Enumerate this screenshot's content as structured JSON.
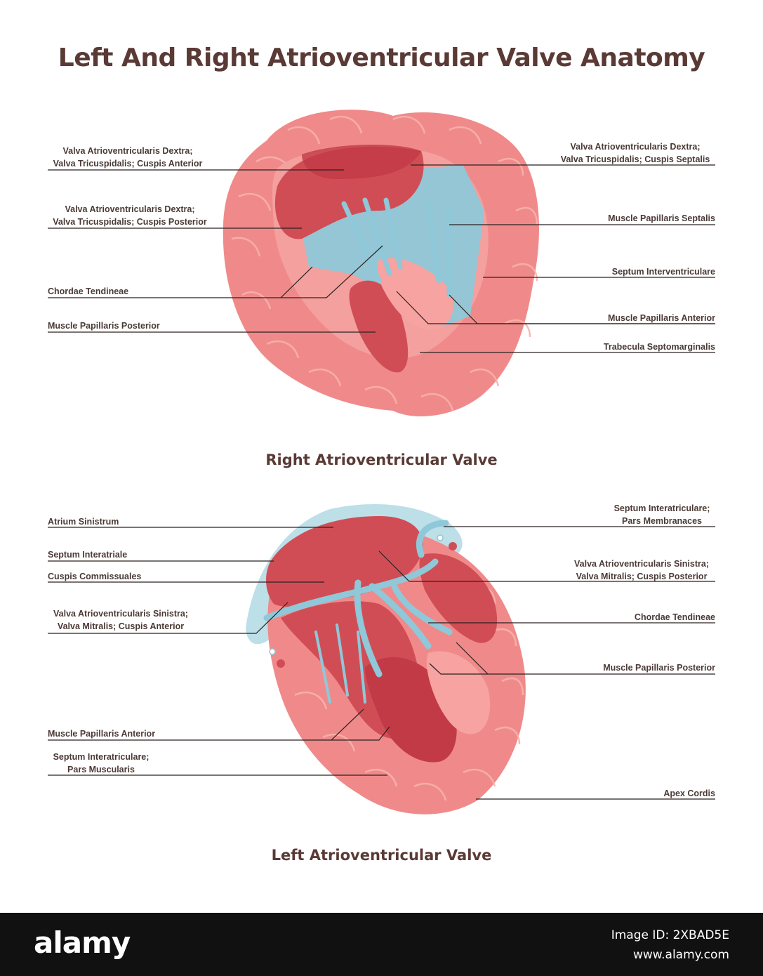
{
  "title": "Left And Right Atrioventricular Valve Anatomy",
  "right_valve": {
    "caption": "Right Atrioventricular Valve",
    "labels_left": [
      {
        "line1": "Valva Atrioventricularis Dextra;",
        "line2": "Valva Tricuspidalis; Cuspis Anterior"
      },
      {
        "line1": "Valva Atrioventricularis Dextra;",
        "line2": "Valva Tricuspidalis; Cuspis Posterior"
      },
      {
        "line1": "Chordae Tendineae"
      },
      {
        "line1": "Muscle Papillaris Posterior"
      }
    ],
    "labels_right": [
      {
        "line1": "Valva Atrioventricularis Dextra;",
        "line2": "Valva Tricuspidalis; Cuspis Septalis"
      },
      {
        "line1": "Muscle Papillaris Septalis"
      },
      {
        "line1": "Septum Interventriculare"
      },
      {
        "line1": "Muscle Papillaris Anterior"
      },
      {
        "line1": "Trabecula Septomarginalis"
      }
    ]
  },
  "left_valve": {
    "caption": "Left Atrioventricular Valve",
    "labels_left": [
      {
        "line1": "Atrium Sinistrum"
      },
      {
        "line1": "Septum Interatriale"
      },
      {
        "line1": "Cuspis Commissuales"
      },
      {
        "line1": "Valva Atrioventricularis Sinistra;",
        "line2": "Valva Mitralis; Cuspis Anterior"
      },
      {
        "line1": "Muscle Papillaris Anterior"
      },
      {
        "line1": "Septum Interatriculare;",
        "line2": "Pars Muscularis"
      }
    ],
    "labels_right": [
      {
        "line1": "Septum Interatriculare;",
        "line2": "Pars Membranaces"
      },
      {
        "line1": "Valva Atrioventricularis Sinistra;",
        "line2": "Valva Mitralis; Cuspis Posterior"
      },
      {
        "line1": "Chordae Tendineae"
      },
      {
        "line1": "Muscle Papillaris Posterior"
      },
      {
        "line1": "Apex Cordis"
      }
    ]
  },
  "footer": {
    "brand": "alamy",
    "image_id": "Image ID: 2XBAD5E",
    "url": "www.alamy.com"
  },
  "colors": {
    "outer_tissue": "#f08a8a",
    "tissue_light": "#f6a3a1",
    "tissue_dark": "#d14d55",
    "tissue_deep": "#c23a45",
    "chordae_blue": "#8ec8d9",
    "text": "#4a3a36"
  }
}
